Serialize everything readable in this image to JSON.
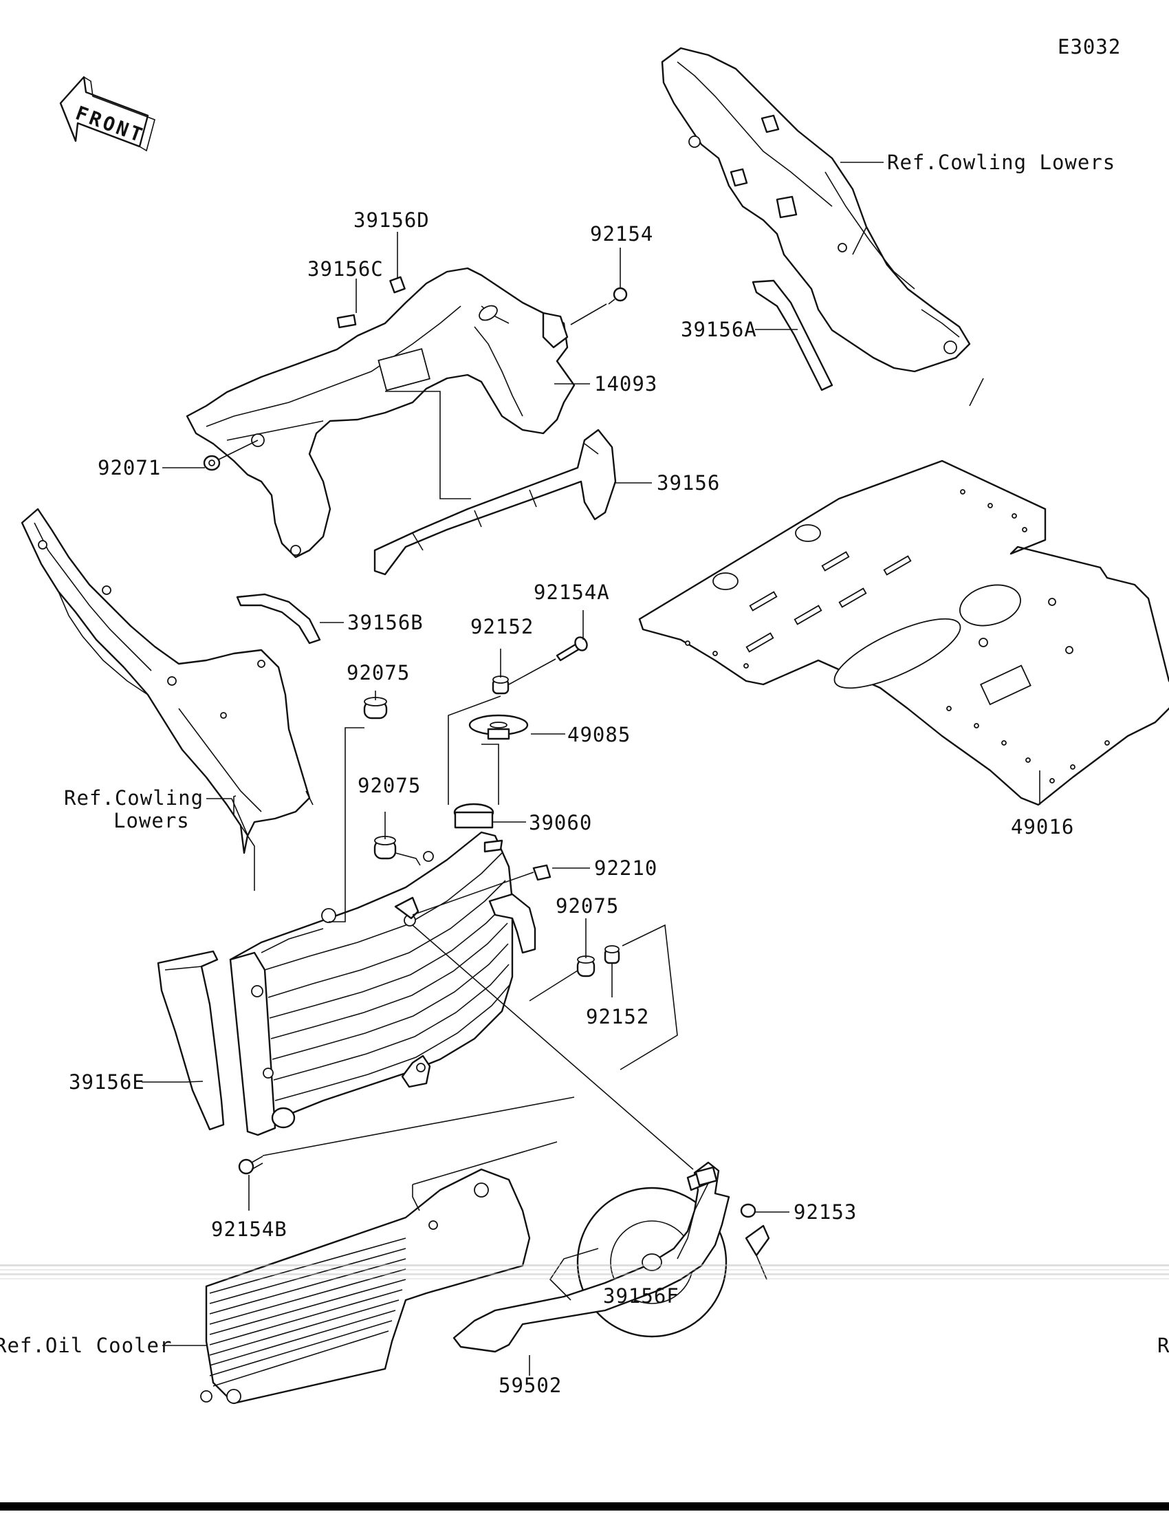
{
  "diagram": {
    "code": "E3032",
    "front_label": "FRONT",
    "labels": {
      "p39156D": "39156D",
      "p39156C": "39156C",
      "p92154": "92154",
      "p14093": "14093",
      "p92071": "92071",
      "p39156": "39156",
      "p39156A": "39156A",
      "ref_cowling_top": "Ref.Cowling Lowers",
      "p39156B": "39156B",
      "p92154A": "92154A",
      "p92152_top": "92152",
      "p92075_a": "92075",
      "p49085": "49085",
      "ref_cowling_left_1": "Ref.Cowling",
      "ref_cowling_left_2": "Lowers",
      "p92075_b": "92075",
      "p39060": "39060",
      "p49016": "49016",
      "p92210": "92210",
      "p92075_c": "92075",
      "p92152_mid": "92152",
      "p39156E": "39156E",
      "p92154B": "92154B",
      "p92153": "92153",
      "p39156F": "39156F",
      "ref_oil_cooler": "Ref.Oil Cooler",
      "p59502": "59502",
      "edge_r": "R"
    }
  }
}
